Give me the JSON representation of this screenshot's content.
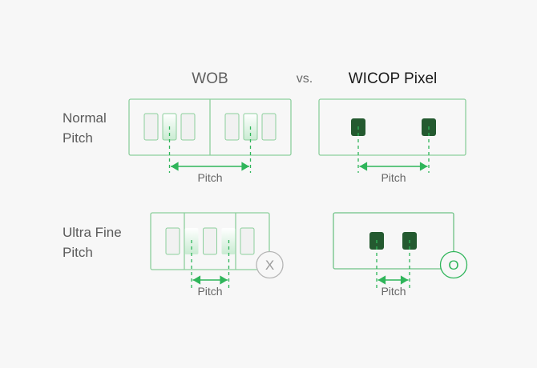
{
  "header": {
    "left_title": "WOB",
    "separator": "vs.",
    "right_title": "WICOP Pixel"
  },
  "rows": [
    {
      "label_line1": "Normal",
      "label_line2": "Pitch"
    },
    {
      "label_line1": "Ultra Fine",
      "label_line2": "Pitch"
    }
  ],
  "dimension_label": "Pitch",
  "verdicts": {
    "wob_ultra_fine": "X",
    "wicop_ultra_fine": "O"
  },
  "colors": {
    "background": "#f7f7f7",
    "outline_green": "#8ccf9c",
    "accent_green": "#2fb55a",
    "chip_dark": "#245a30",
    "chip_light_fill": "#f1f1f1",
    "text_dark": "#1a1a1a",
    "text_gray": "#5f5f5f",
    "fail_gray": "#b5b5b5"
  }
}
